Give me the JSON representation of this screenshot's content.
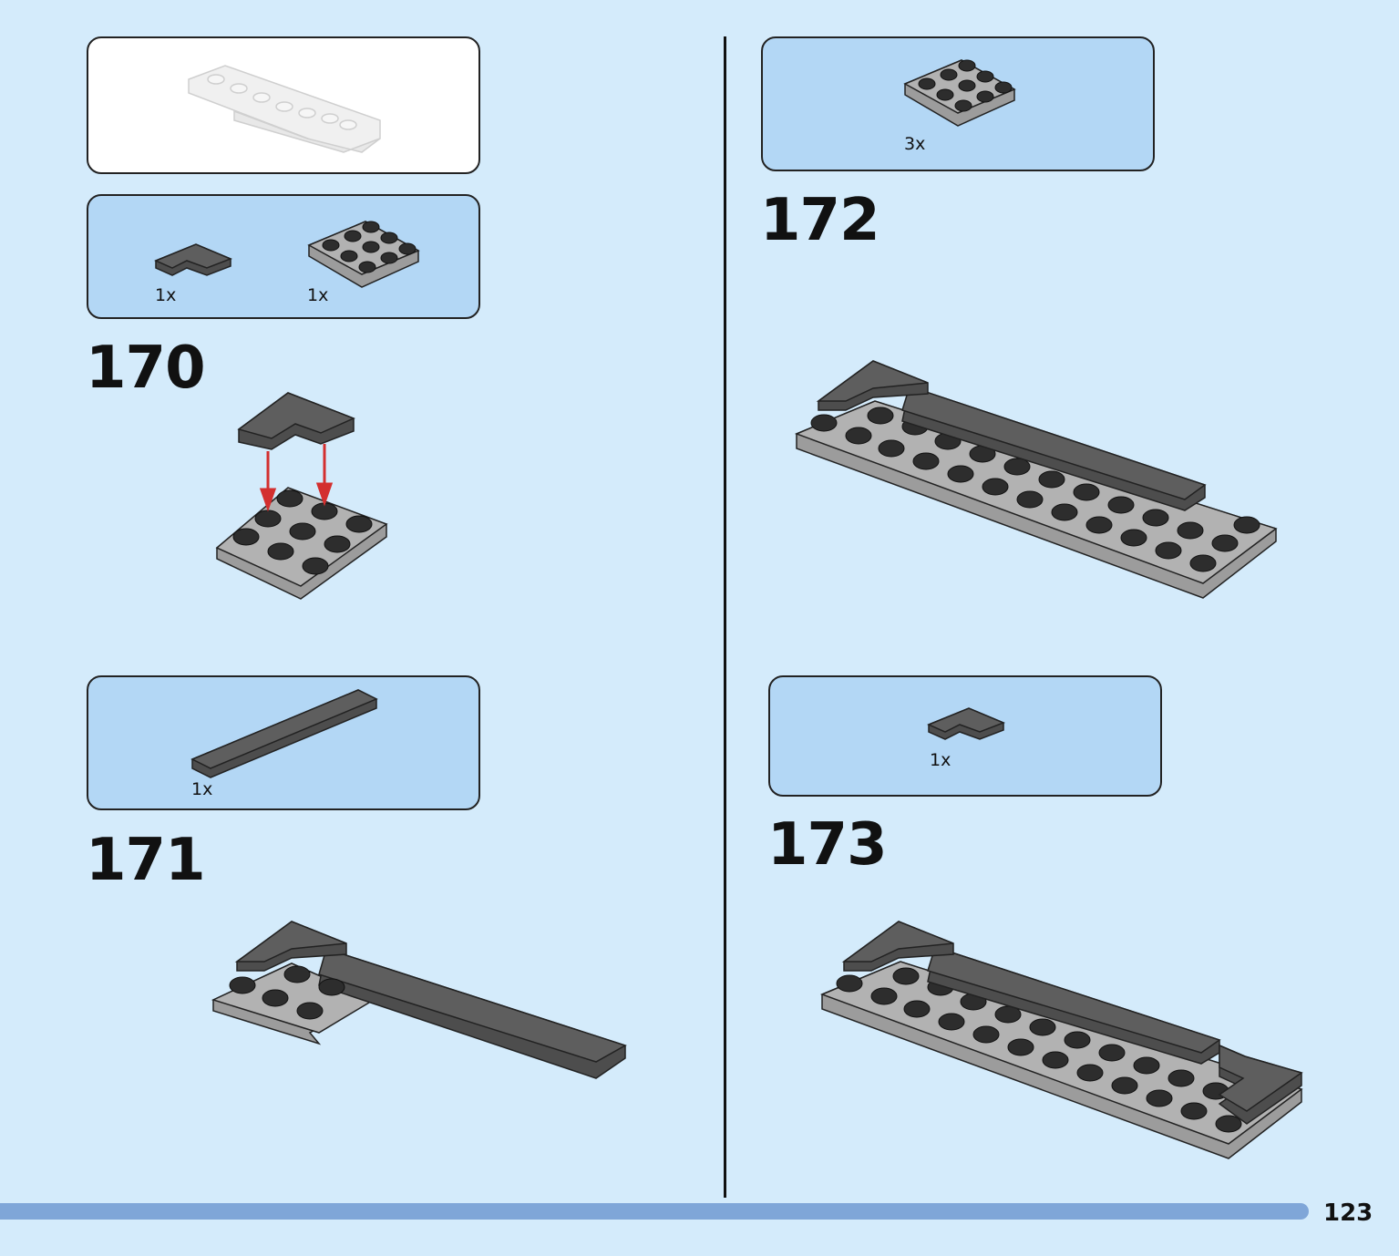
{
  "page_number": "123",
  "left_column": {
    "preview_box": {
      "label": ""
    },
    "step_170": {
      "number": "170",
      "parts": [
        {
          "qty": "1x",
          "icon": "dark-gray-corner-plate-icon"
        },
        {
          "qty": "1x",
          "icon": "gray-3x3-plate-icon"
        }
      ]
    },
    "step_171": {
      "number": "171",
      "parts": [
        {
          "qty": "1x",
          "icon": "dark-gray-long-tile-icon"
        }
      ]
    }
  },
  "right_column": {
    "step_172": {
      "number": "172",
      "parts": [
        {
          "qty": "3x",
          "icon": "gray-3x3-plate-icon"
        }
      ]
    },
    "step_173": {
      "number": "173",
      "parts": [
        {
          "qty": "1x",
          "icon": "dark-gray-corner-plate-icon"
        }
      ]
    }
  },
  "colors": {
    "background": "#d4ebfb",
    "parts_box": "#b3d7f5",
    "footer_bar": "#7fa6d8",
    "arrow": "#d32f2f",
    "dark_gray": "#5a5a5a",
    "light_gray": "#a8a8a8"
  }
}
